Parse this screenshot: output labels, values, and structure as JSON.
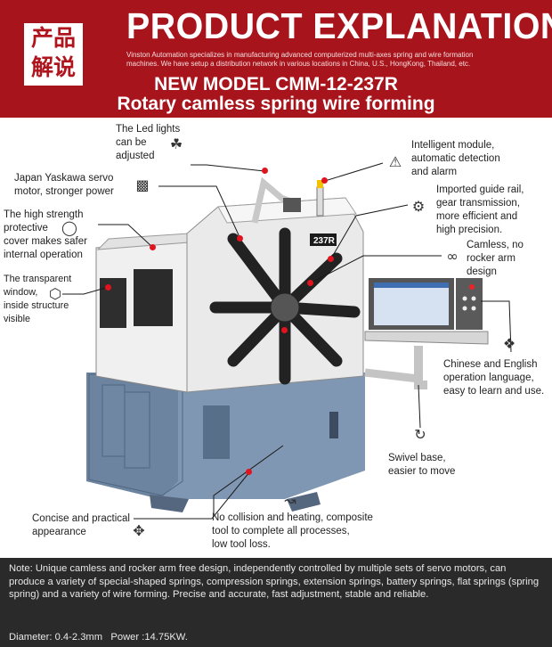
{
  "header": {
    "cn_lines": [
      "产品",
      "解说"
    ],
    "title": "PRODUCT EXPLANATION",
    "description": "Vinston Automation specializes in manufacturing advanced computerized multi-axes spring and wire formation machines. We have setup a distribution network in various locations in China, U.S., HongKong, Thailand, etc.",
    "model": "NEW MODEL CMM-12-237R",
    "subtitle": "Rotary camless spring wire forming",
    "bg_color": "#a8141c"
  },
  "machine": {
    "badge": "237R"
  },
  "callouts": [
    {
      "lines": [
        "The Led lights",
        "can be",
        "adjusted"
      ]
    },
    {
      "lines": [
        "Japan Yaskawa servo",
        "motor, stronger power"
      ]
    },
    {
      "lines": [
        "The high strength",
        "protective",
        " cover makes safer",
        "internal operation"
      ]
    },
    {
      "lines": [
        "The transparent",
        "window,",
        " inside structure",
        "visible"
      ]
    },
    {
      "lines": [
        "Intelligent module,",
        "automatic detection",
        "and alarm"
      ]
    },
    {
      "lines": [
        "Imported guide rail,",
        "gear transmission,",
        "more efficient and",
        "high precision."
      ]
    },
    {
      "lines": [
        "Camless, no",
        "rocker arm",
        "design"
      ]
    },
    {
      "lines": [
        "Chinese and English",
        "operation language,",
        "easy to learn and use."
      ]
    },
    {
      "lines": [
        "Swivel base,",
        "easier to move"
      ]
    },
    {
      "lines": [
        "Concise and practical",
        " appearance"
      ]
    },
    {
      "lines": [
        "No collision and heating, composite",
        "tool to complete all processes,",
        "low tool loss."
      ]
    }
  ],
  "icons": [
    "lamp-icon",
    "motor-icon",
    "shield-icon",
    "hexagon-icon",
    "alarm-icon",
    "gears-icon",
    "link-icon",
    "windows-icon",
    "rotate-icon",
    "diamond-arrows-icon",
    "chart-icon"
  ],
  "accent_color": "#e0141e",
  "note": {
    "text": "Note: Unique camless and rocker arm free design, independently controlled by multiple sets of servo motors, can produce a variety of special-shaped springs, compression springs, extension springs, battery springs, flat springs (spring spring) and a variety of wire forming. Precise and accurate, fast adjustment, stable and reliable.",
    "specs": "Diameter: 0.4-2.3mm   Power :14.75KW."
  }
}
